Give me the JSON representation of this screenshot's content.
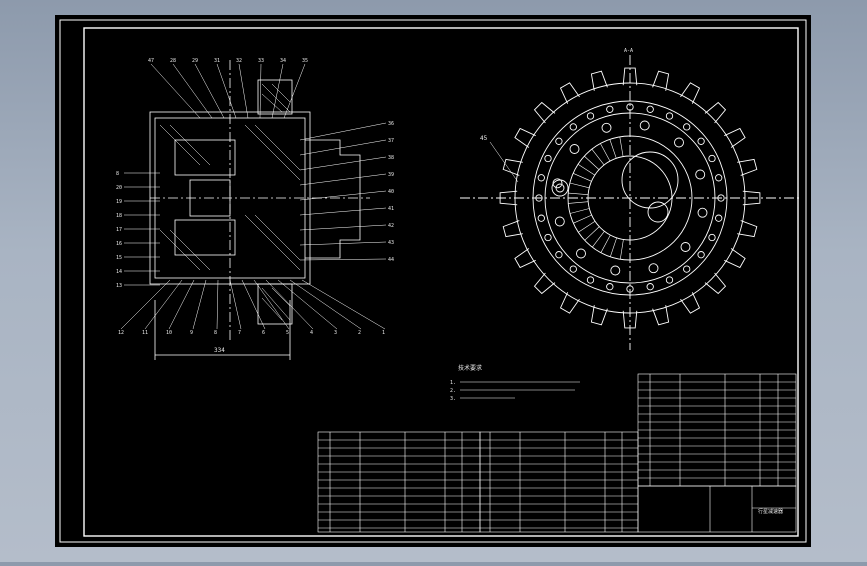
{
  "viewport": {
    "background": "#000000",
    "line_color": "#ffffff",
    "bg_gradient": [
      "#8d9aac",
      "#b4bdca"
    ]
  },
  "drawing": {
    "section_label": "A-A",
    "callouts_top": [
      "47",
      "28",
      "29",
      "31",
      "32",
      "33",
      "34",
      "35"
    ],
    "callouts_left": [
      "8",
      "20",
      "19",
      "18",
      "17",
      "16",
      "15",
      "14",
      "13"
    ],
    "callouts_right": [
      "36",
      "37",
      "38",
      "39",
      "40",
      "41",
      "42",
      "43",
      "44"
    ],
    "callouts_bottom": [
      "12",
      "11",
      "10",
      "9",
      "8",
      "7",
      "6",
      "5",
      "4",
      "3",
      "2",
      "1"
    ],
    "dimension_label": "334",
    "sprocket_callout": "45",
    "tech_notes_title": "技术要求",
    "tech_notes": [
      "1.",
      "2.",
      "3."
    ],
    "title_block_label": "行星减速器"
  }
}
